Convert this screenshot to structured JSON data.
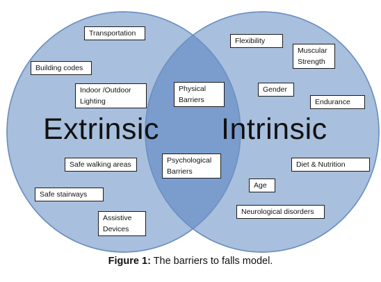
{
  "diagram": {
    "left_label": "Extrinsic",
    "right_label": "Intrinsic",
    "colors": {
      "circle_fill": "#a8bfdd",
      "circle_stroke": "#6b8fc2",
      "overlap_fill": "#7a9dcd",
      "box_border": "#1a1a1a"
    },
    "extrinsic_items": [
      {
        "lines": [
          "Transportation"
        ]
      },
      {
        "lines": [
          "Building codes"
        ]
      },
      {
        "lines": [
          "Indoor /Outdoor",
          "Lighting"
        ]
      },
      {
        "lines": [
          "Safe walking areas"
        ]
      },
      {
        "lines": [
          "Safe stairways"
        ]
      },
      {
        "lines": [
          "Assistive",
          "Devices"
        ]
      }
    ],
    "shared_items": [
      {
        "lines": [
          "Physical",
          "Barriers"
        ]
      },
      {
        "lines": [
          "Psychological",
          "Barriers"
        ]
      }
    ],
    "intrinsic_items": [
      {
        "lines": [
          "Flexibility"
        ]
      },
      {
        "lines": [
          "Muscular",
          "Strength"
        ]
      },
      {
        "lines": [
          "Gender"
        ]
      },
      {
        "lines": [
          "Endurance"
        ]
      },
      {
        "lines": [
          "Diet & Nutrition"
        ]
      },
      {
        "lines": [
          "Age"
        ]
      },
      {
        "lines": [
          "Neurological disorders"
        ]
      }
    ]
  },
  "caption": {
    "label": "Figure 1:",
    "text": " The barriers to falls model."
  }
}
